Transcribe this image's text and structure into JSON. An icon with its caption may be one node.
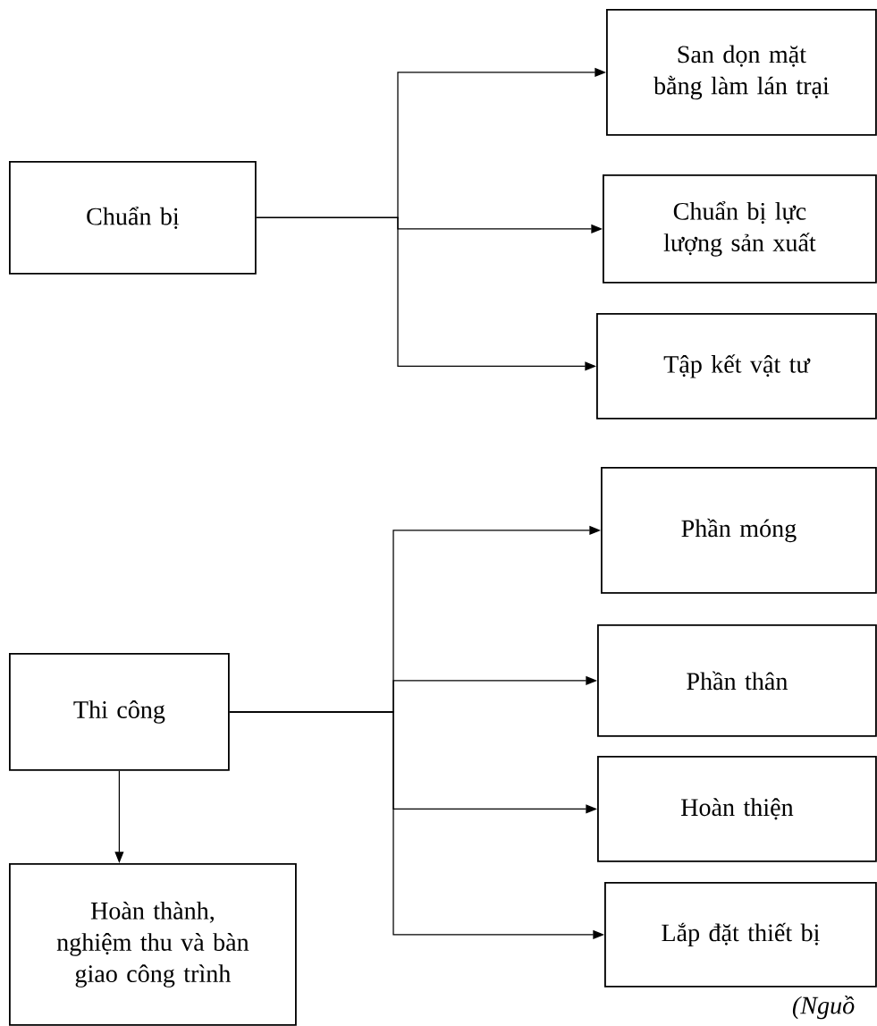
{
  "diagram": {
    "nodes": [
      {
        "text": [
          "Chuẩn bị"
        ]
      },
      {
        "text": [
          "San dọn mặt bằng làm lán trại"
        ]
      },
      {
        "text": [
          "Chuẩn bị lực lượng sản xuất"
        ]
      },
      {
        "text": [
          "Tập kết vật tư"
        ]
      },
      {
        "text": [
          "Thi công"
        ]
      },
      {
        "text": [
          "Phần móng"
        ]
      },
      {
        "text": [
          "Phần thân"
        ]
      },
      {
        "text": [
          "Hoàn thiện"
        ]
      },
      {
        "text": [
          "Lắp đặt thiết bị"
        ]
      },
      {
        "text": [
          "Hoàn thành, nghiệm thu và bàn giao công trình"
        ]
      }
    ],
    "edges": [
      {
        "from": 0,
        "to": 1,
        "arrow": "to"
      },
      {
        "from": 0,
        "to": 2,
        "arrow": "to"
      },
      {
        "from": 0,
        "to": 3,
        "arrow": "to"
      },
      {
        "from": 4,
        "to": 5,
        "arrow": "to"
      },
      {
        "from": 4,
        "to": 6,
        "arrow": "to"
      },
      {
        "from": 4,
        "to": 7,
        "arrow": "to"
      },
      {
        "from": 4,
        "to": 8,
        "arrow": "to"
      },
      {
        "from": 4,
        "to": 9,
        "arrow": "to"
      }
    ],
    "labels": [
      "*(Nguồ*"
    ]
  }
}
